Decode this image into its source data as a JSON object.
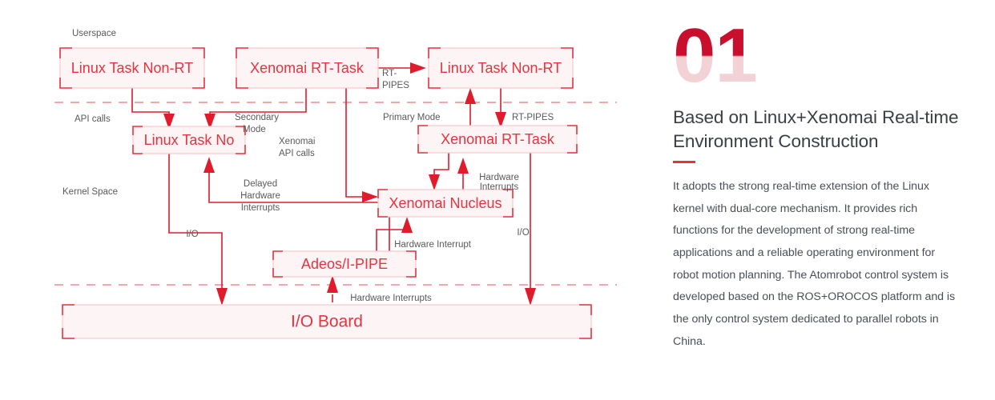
{
  "diagram": {
    "layer_labels": [
      {
        "id": "userspace",
        "text": "Userspace"
      },
      {
        "id": "kernel-space",
        "text": "Kernel Space"
      }
    ],
    "boxes": [
      {
        "id": "linux-task-non-rt-left",
        "text": "Linux Task Non-RT"
      },
      {
        "id": "xenomai-rt-task-top",
        "text": "Xenomai RT-Task"
      },
      {
        "id": "linux-task-non-rt-right",
        "text": "Linux Task Non-RT"
      },
      {
        "id": "linux-task-no",
        "text": "Linux Task No"
      },
      {
        "id": "xenomai-rt-task-kernel",
        "text": "Xenomai RT-Task"
      },
      {
        "id": "xenomai-nucleus",
        "text": "Xenomai Nucleus"
      },
      {
        "id": "adeos-i-pipe",
        "text": "Adeos/I-PIPE"
      },
      {
        "id": "io-board",
        "text": "I/O Board"
      }
    ],
    "annotations": [
      {
        "id": "api-calls",
        "text": "API calls"
      },
      {
        "id": "secondary-mode-1",
        "text": "Secondary"
      },
      {
        "id": "secondary-mode-2",
        "text": "Mode"
      },
      {
        "id": "xenomai-api-calls-1",
        "text": "Xenomai"
      },
      {
        "id": "xenomai-api-calls-2",
        "text": "API calls"
      },
      {
        "id": "rt-pipes-top-1",
        "text": "RT-"
      },
      {
        "id": "rt-pipes-top-2",
        "text": "PIPES"
      },
      {
        "id": "primary-mode",
        "text": "Primary Mode"
      },
      {
        "id": "rt-pipes-right",
        "text": "RT-PIPES"
      },
      {
        "id": "delayed-hw-int-1",
        "text": "Delayed"
      },
      {
        "id": "delayed-hw-int-2",
        "text": "Hardware"
      },
      {
        "id": "delayed-hw-int-3",
        "text": "Interrupts"
      },
      {
        "id": "hardware-interrupts-1",
        "text": "Hardware"
      },
      {
        "id": "hardware-interrupts-2",
        "text": "Interrupts"
      },
      {
        "id": "hardware-interrupt",
        "text": "Hardware Interrupt"
      },
      {
        "id": "hardware-interrupts-bottom",
        "text": "Hardware Interrupts"
      },
      {
        "id": "io-left",
        "text": "I/O"
      },
      {
        "id": "io-right",
        "text": "I/O"
      }
    ],
    "colors": {
      "accent_red": "#e8333f",
      "line_red": "#e01b2b",
      "box_fill": "#fdf4f5",
      "box_edge": "#f6c8cd",
      "divider": "#f08a92",
      "annotation_gray": "#58595b"
    }
  },
  "text_panel": {
    "number": "01",
    "headline": "Based on Linux+Xenomai Real-time Environment Construction",
    "body": "It adopts the strong real-time extension of the Linux kernel with dual-core mechanism. It provides rich functions for the development of strong real-time applications and a reliable operating environment for robot motion planning. The Atomrobot control system is developed based on the ROS+OROCOS platform and is the only control system dedicated to parallel robots in China.",
    "colors": {
      "number_top": "#c8102e",
      "number_bottom": "#f3d2d6",
      "rule": "#e8333f",
      "headline": "#3b3f45",
      "body": "#4a4f56"
    }
  }
}
